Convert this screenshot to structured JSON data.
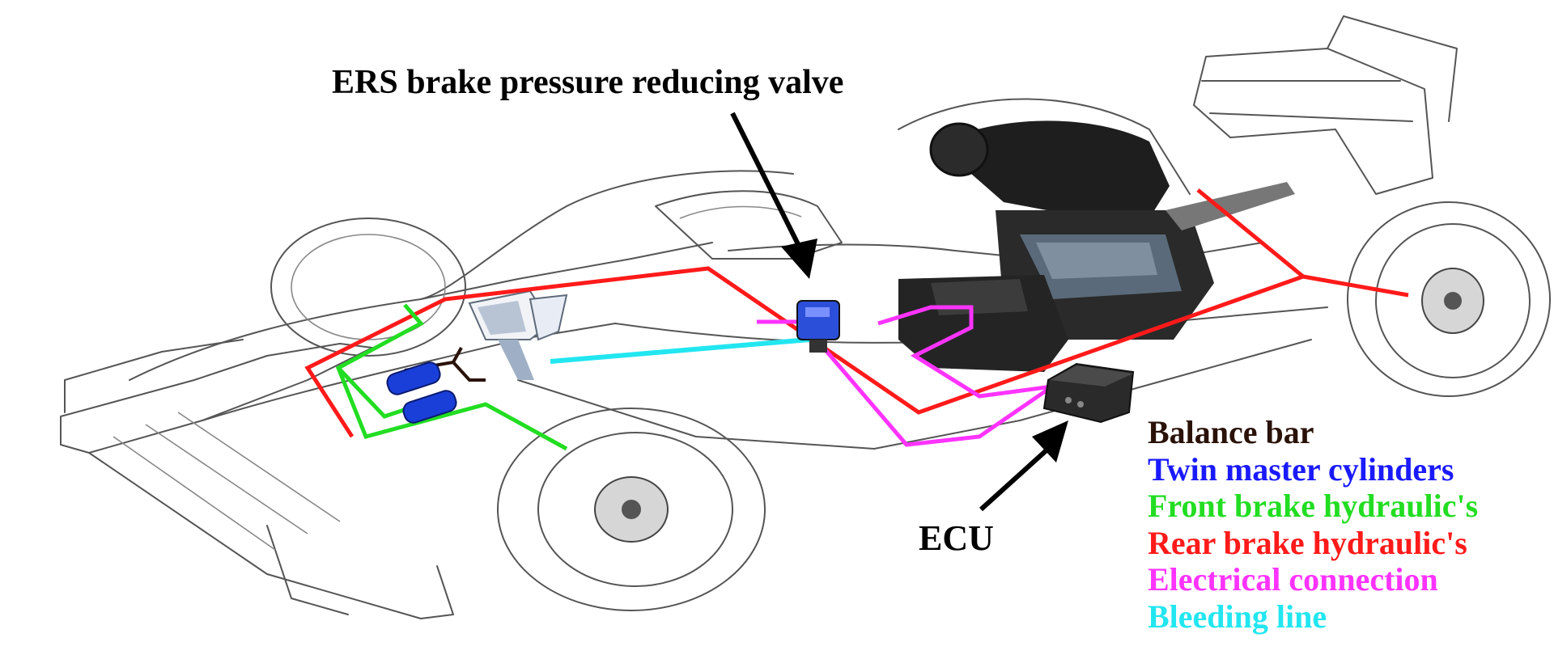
{
  "callouts": {
    "ers_valve": "ERS brake pressure reducing valve",
    "ecu": "ECU"
  },
  "legend": [
    {
      "label": "Balance bar",
      "color": "#2a1208"
    },
    {
      "label": "Twin master cylinders",
      "color": "#1a1aff"
    },
    {
      "label": "Front brake hydraulic's",
      "color": "#22dd22"
    },
    {
      "label": "Rear brake hydraulic's",
      "color": "#ff1a1a"
    },
    {
      "label": "Electrical connection",
      "color": "#ff33ff"
    },
    {
      "label": "Bleeding line",
      "color": "#22e6f0"
    }
  ],
  "colors": {
    "front_brake": "#22dd22",
    "rear_brake": "#ff1a1a",
    "electrical": "#ff33ff",
    "bleeding": "#22e6f0",
    "master_cylinder": "#1a3fd8",
    "balance_bar": "#2a1208",
    "car_outline": "#555555",
    "engine": "#1e1e1e"
  }
}
